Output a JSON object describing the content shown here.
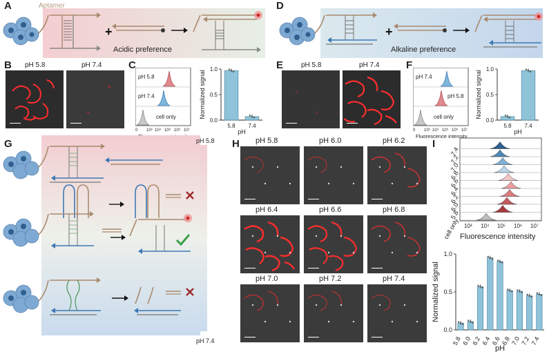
{
  "panels": {
    "A": {
      "letter": "A",
      "aptamer_label": "Aptamer",
      "caption": "Acidic preference"
    },
    "D": {
      "letter": "D",
      "caption": "Alkaline  preference"
    },
    "B": {
      "letter": "B",
      "left": "pH 5.8",
      "right": "pH 7.4"
    },
    "E": {
      "letter": "E",
      "left": "pH 5.8",
      "right": "pH 7.4"
    },
    "C": {
      "letter": "C",
      "flow_labels": [
        "pH 5.8",
        "pH 7.4",
        "cell only"
      ],
      "flow_xlabel": "Fluorescence intensity",
      "flow_ticks": [
        "0",
        "10³",
        "10⁴",
        "10⁵",
        "10⁶",
        "10⁷"
      ],
      "bar_ylabel": "Normalized signal",
      "bar_xlabel": "pH"
    },
    "F": {
      "letter": "F",
      "flow_labels": [
        "pH 7.4",
        "pH 5.8",
        "cell only"
      ],
      "flow_xlabel": "Fluorescence intensity",
      "flow_ticks": [
        "0",
        "10³",
        "10⁴",
        "10⁵",
        "10⁶",
        "10⁷"
      ],
      "bar_ylabel": "Normalized signal",
      "bar_xlabel": "pH"
    },
    "G": {
      "letter": "G",
      "top": "pH 5.8",
      "bottom": "pH 7.4"
    },
    "H": {
      "letter": "H",
      "labels": [
        "pH 5.8",
        "pH 6.0",
        "pH 6.2",
        "pH 6.4",
        "pH 6.6",
        "pH 6.8",
        "pH 7.0",
        "pH 7.2",
        "pH 7.4"
      ]
    },
    "I": {
      "letter": "I",
      "flow_labels": [
        "7.4",
        "7.2",
        "7.0",
        "6.8",
        "6.6",
        "6.4",
        "6.2",
        "6.0",
        "5.8",
        "cell only"
      ],
      "flow_xlabel": "Fluorescence intensity",
      "flow_ticks": [
        "10³",
        "10⁴",
        "10⁵",
        "10⁶",
        "10⁷"
      ],
      "bar_ylabel": "Normalized signal",
      "bar_xlabel": "pH"
    }
  },
  "chart_data": [
    {
      "type": "bar",
      "panel": "C",
      "categories": [
        "5.8",
        "7.4"
      ],
      "values": [
        0.97,
        0.07
      ],
      "ylim": [
        0,
        1.0
      ],
      "yticks": [
        "0.0",
        "0.5",
        "1.0"
      ],
      "ylabel": "Normalized signal",
      "xlabel": "pH"
    },
    {
      "type": "bar",
      "panel": "F",
      "categories": [
        "5.8",
        "7.4"
      ],
      "values": [
        0.07,
        0.97
      ],
      "ylim": [
        0,
        1.0
      ],
      "yticks": [
        "0.0",
        "0.5",
        "1.0"
      ],
      "ylabel": "Normalized signal",
      "xlabel": "pH"
    },
    {
      "type": "bar",
      "panel": "I",
      "categories": [
        "5.8",
        "6.0",
        "6.2",
        "6.4",
        "6.6",
        "6.8",
        "7.0",
        "7.2",
        "7.4"
      ],
      "values": [
        0.09,
        0.11,
        0.57,
        0.95,
        0.9,
        0.52,
        0.51,
        0.45,
        0.47
      ],
      "ylim": [
        0,
        1.0
      ],
      "yticks": [
        "0.0",
        "0.5",
        "1.0"
      ],
      "ylabel": "Normalized signal",
      "xlabel": "pH"
    }
  ],
  "colors": {
    "bar": "#8ec3d9",
    "acid": "#f2c9cc",
    "alkaline": "#c8dcee",
    "red": "#e02020",
    "blue": "#3d78b4",
    "strand": "#a98a6e"
  }
}
